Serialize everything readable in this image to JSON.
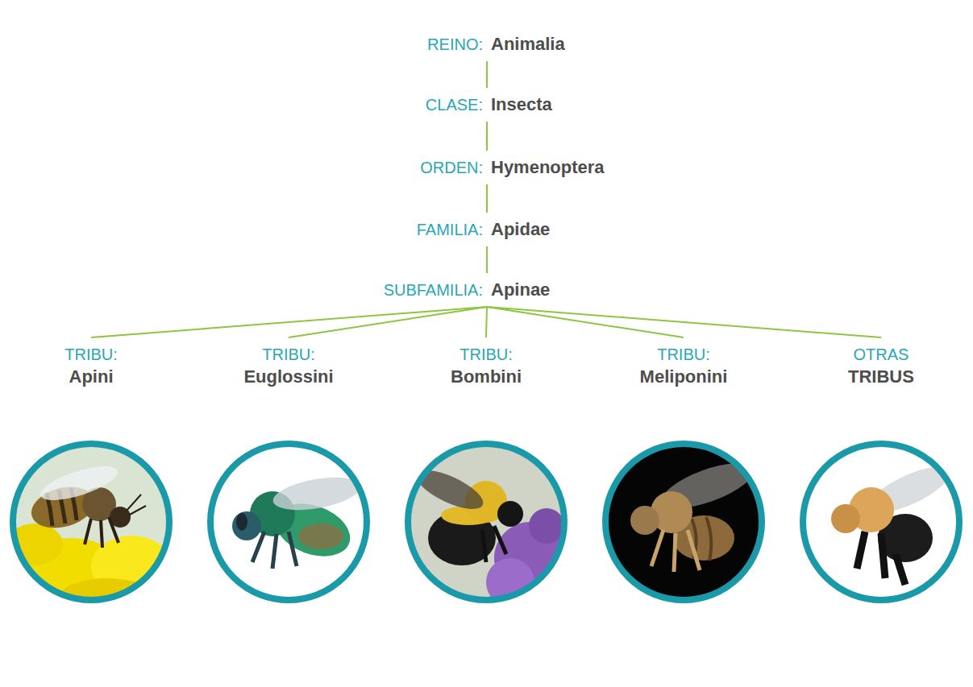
{
  "diagram": {
    "nodes": [
      {
        "text": [
          "REINO:",
          "Animalia"
        ]
      },
      {
        "text": [
          "CLASE:",
          "Insecta"
        ]
      },
      {
        "text": [
          "ORDEN:",
          "Hymenoptera"
        ]
      },
      {
        "text": [
          "FAMILIA:",
          "Apidae"
        ]
      },
      {
        "text": [
          "SUBFAMILIA:",
          "Apinae"
        ]
      },
      {
        "text": [
          "TRIBU:",
          "Apini"
        ]
      },
      {
        "text": [
          "TRIBU:",
          "Euglossini"
        ]
      },
      {
        "text": [
          "TRIBU:",
          "Bombini"
        ]
      },
      {
        "text": [
          "TRIBU:",
          "Meliponini"
        ]
      },
      {
        "text": [
          "OTRAS",
          "TRIBUS"
        ]
      }
    ],
    "edges": [
      {
        "from": 0,
        "to": 1,
        "arrow": "none"
      },
      {
        "from": 1,
        "to": 2,
        "arrow": "none"
      },
      {
        "from": 2,
        "to": 3,
        "arrow": "none"
      },
      {
        "from": 3,
        "to": 4,
        "arrow": "none"
      },
      {
        "from": 4,
        "to": 5,
        "arrow": "none"
      },
      {
        "from": 4,
        "to": 6,
        "arrow": "none"
      },
      {
        "from": 4,
        "to": 7,
        "arrow": "none"
      },
      {
        "from": 4,
        "to": 8,
        "arrow": "none"
      },
      {
        "from": 4,
        "to": 9,
        "arrow": "none"
      }
    ]
  }
}
